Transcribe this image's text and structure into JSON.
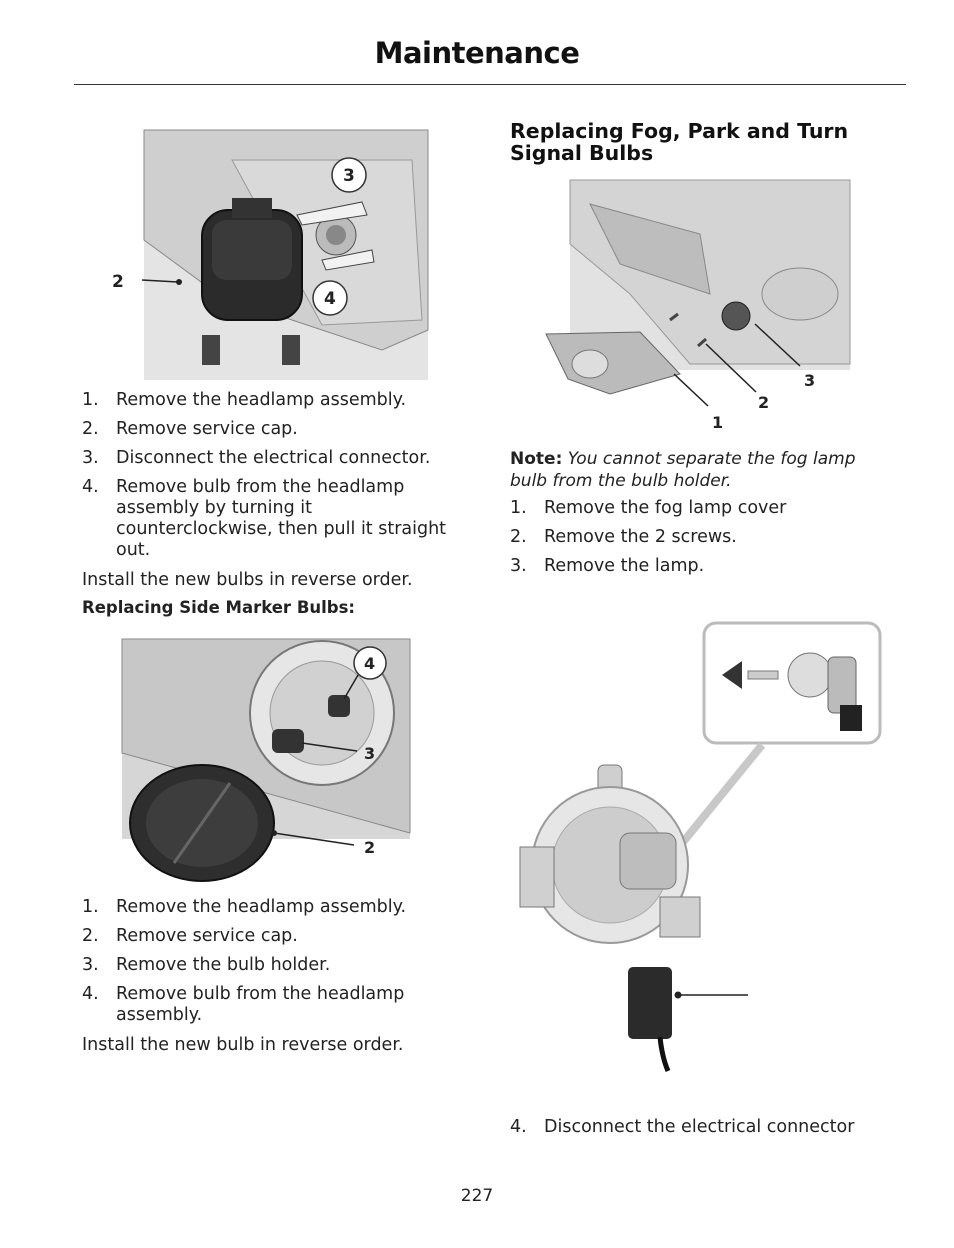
{
  "header": {
    "title": "Maintenance"
  },
  "left": {
    "fig1_callouts": [
      "2",
      "3",
      "4"
    ],
    "headlamp_steps": [
      {
        "num": "1.",
        "text": "Remove the headlamp assembly."
      },
      {
        "num": "2.",
        "text": "Remove service cap."
      },
      {
        "num": "3.",
        "text": "Disconnect the electrical connector."
      },
      {
        "num": "4.",
        "text": "Remove bulb from the headlamp assembly by turning it counterclockwise, then pull it straight out."
      }
    ],
    "headlamp_install": "Install the new bulbs in reverse order.",
    "side_marker_heading": "Replacing Side Marker Bulbs:",
    "fig2_callouts": [
      "4",
      "3",
      "2"
    ],
    "side_marker_steps": [
      {
        "num": "1.",
        "text": "Remove the headlamp assembly."
      },
      {
        "num": "2.",
        "text": "Remove service cap."
      },
      {
        "num": "3.",
        "text": "Remove the bulb holder."
      },
      {
        "num": "4.",
        "text": "Remove bulb from the headlamp assembly."
      }
    ],
    "side_marker_install": "Install the new bulb in reverse order."
  },
  "right": {
    "section_title": "Replacing Fog, Park and Turn Signal Bulbs",
    "fig3_callouts": [
      "3",
      "2",
      "1"
    ],
    "note_label": "Note:",
    "note_text": "You cannot separate the fog lamp bulb from the bulb holder.",
    "fog_steps": [
      {
        "num": "1.",
        "text": "Remove the fog lamp cover"
      },
      {
        "num": "2.",
        "text": "Remove the 2 screws."
      },
      {
        "num": "3.",
        "text": "Remove the lamp."
      }
    ],
    "fog_step4": {
      "num": "4.",
      "text": "Disconnect the electrical connector"
    }
  },
  "footer": {
    "page_number": "227"
  }
}
